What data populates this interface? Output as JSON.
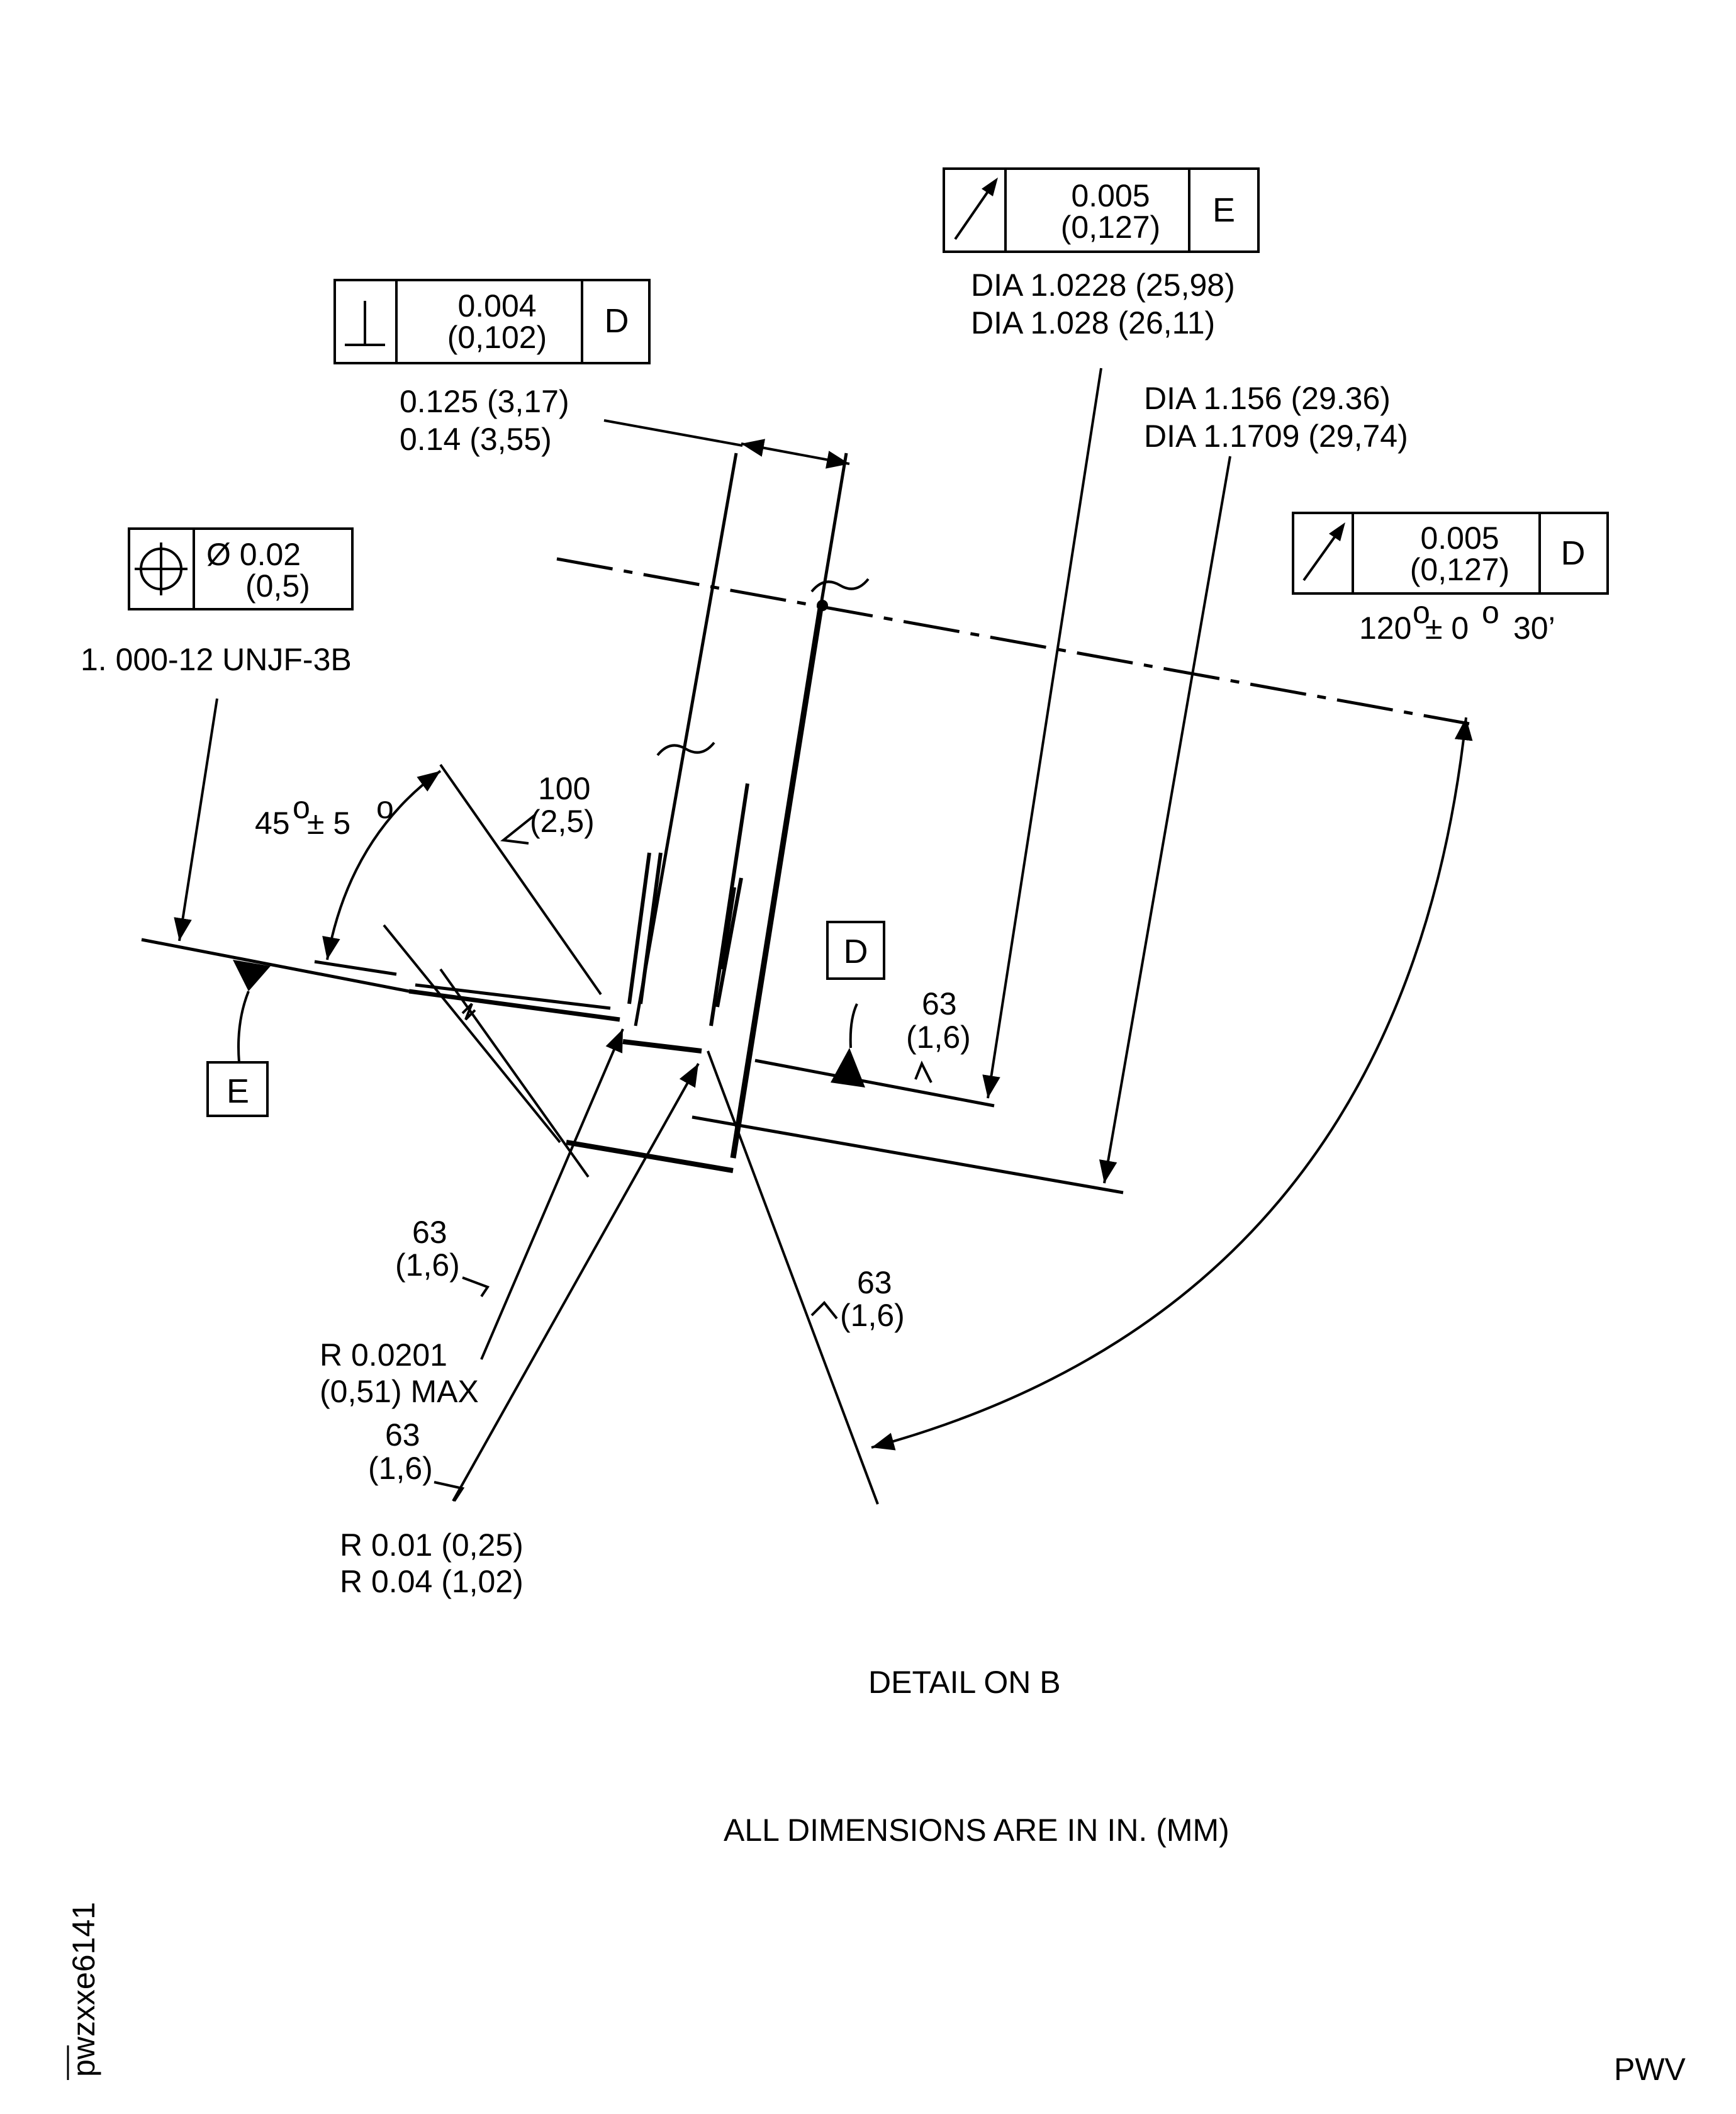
{
  "fcf_runout_e": {
    "icon": "runout-arrow-icon",
    "value": "0.005",
    "value_mm": "(0,127)",
    "datum": "E"
  },
  "fcf_perp": {
    "icon": "perpendicularity-icon",
    "value": "0.004",
    "value_mm": "(0,102)",
    "datum": "D"
  },
  "fcf_position": {
    "icon": "position-icon",
    "value": "Ø 0.02",
    "value_mm": "(0,5)"
  },
  "fcf_runout_d": {
    "icon": "runout-arrow-icon",
    "value": "0.005",
    "value_mm": "(0,127)",
    "datum": "D"
  },
  "dims": {
    "dia_1": "DIA 1.0228 (25,98)",
    "dia_2": "DIA 1.028 (26,11)",
    "dia_3": "DIA  1.156  (29.36)",
    "dia_4": "DIA 1.1709 (29,74)",
    "width_1": "0.125 (3,17)",
    "width_2": "0.14 (3,55)",
    "thread": "1. 000-12 UNJF-3B",
    "angle_120": "120",
    "angle_120_tol": "± 0",
    "angle_120_min": "30’",
    "angle_45": "45",
    "angle_45_tol": "± 5",
    "finish_100": "100",
    "finish_100_mm": "(2,5)",
    "finish_63": "63",
    "finish_63_mm": "(1,6)",
    "radius_1": "R 0.0201",
    "radius_1_b": "(0,51) MAX",
    "radius_2": "R 0.01 (0,25)",
    "radius_3": "R 0.04 (1,02)"
  },
  "datums": {
    "d": "D",
    "e": "E"
  },
  "captions": {
    "detail": "DETAIL ON  B",
    "units": "ALL DIMENSIONS ARE IN IN. (MM)",
    "ref": "pwzxxe6141",
    "corner": "PWV"
  }
}
